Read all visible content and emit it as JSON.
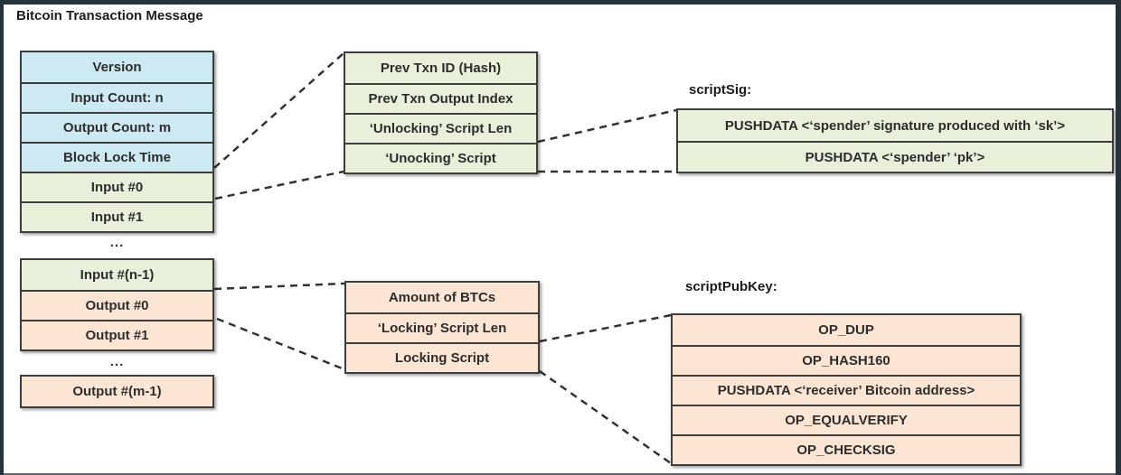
{
  "title": "Bitcoin Transaction Message",
  "ellipsis": "...",
  "colors": {
    "blue": "#cde9f2",
    "green": "#e8f0da",
    "orange": "#fce5d2",
    "line": "#3d3d3d",
    "frame": "#27333a"
  },
  "left_column": {
    "group1": [
      "Version",
      "Input Count: n",
      "Output Count: m",
      "Block Lock Time",
      "Input #0",
      "Input #1"
    ],
    "group2": [
      "Input #(n-1)",
      "Output #0",
      "Output #1"
    ],
    "group3": [
      "Output #(m-1)"
    ]
  },
  "input_detail": {
    "rows": [
      "Prev Txn ID (Hash)",
      "Prev Txn Output Index",
      "‘Unlocking’ Script Len",
      "‘Unocking’ Script"
    ]
  },
  "script_sig": {
    "label": "scriptSig:",
    "rows": [
      "PUSHDATA <‘spender’ signature produced with ‘sk’>",
      "PUSHDATA <‘spender’ ‘pk’>"
    ]
  },
  "output_detail": {
    "rows": [
      "Amount of BTCs",
      "‘Locking’ Script Len",
      "Locking Script"
    ]
  },
  "script_pub_key": {
    "label": "scriptPubKey:",
    "rows": [
      "OP_DUP",
      "OP_HASH160",
      "PUSHDATA <‘receiver’ Bitcoin address>",
      "OP_EQUALVERIFY",
      "OP_CHECKSIG"
    ]
  }
}
